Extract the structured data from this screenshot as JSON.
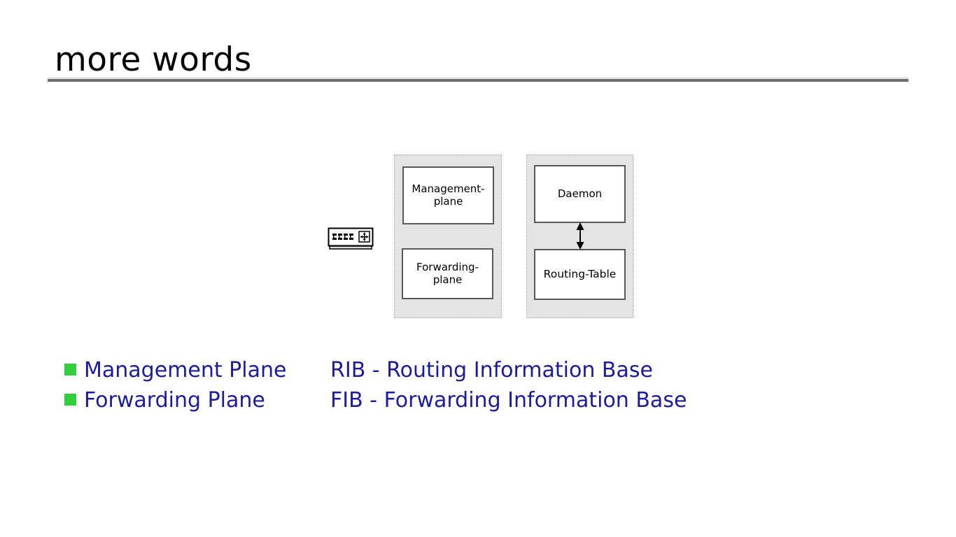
{
  "slide": {
    "title": "more words",
    "background_color": "#ffffff",
    "rule_color": "#6e6e6e"
  },
  "diagram": {
    "device_icon": "router-icon",
    "panels": [
      {
        "name": "planes-panel",
        "boxes": [
          {
            "label": "Management-plane"
          },
          {
            "label": "Forwarding-plane"
          }
        ]
      },
      {
        "name": "control-panel",
        "boxes": [
          {
            "label": "Daemon"
          },
          {
            "label": "Routing-Table"
          }
        ],
        "connector": "double-headed-arrow"
      }
    ]
  },
  "bullets": {
    "marker_color": "#34cd3e",
    "text_color": "#1b1b9c",
    "rows": [
      {
        "left": "Management Plane",
        "right": "RIB - Routing Information Base"
      },
      {
        "left": "Forwarding Plane",
        "right": "FIB - Forwarding Information Base"
      }
    ]
  }
}
